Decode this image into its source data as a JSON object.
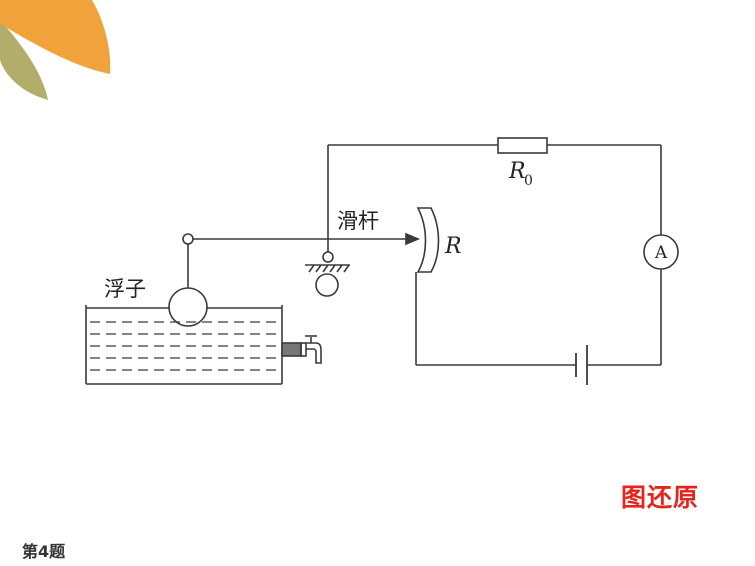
{
  "colors": {
    "stroke": "#3a3a3a",
    "caption": "#e8231c",
    "leaf_orange": "#f0a33a",
    "leaf_olive": "#b3ad6c"
  },
  "labels": {
    "floater": "浮子",
    "slider_rod": "滑杆",
    "resistor_fixed_letter": "R",
    "resistor_fixed_subscript": "0",
    "rheostat": "R",
    "ammeter": "A"
  },
  "caption": "图还原",
  "problem": "第4题",
  "icons": [
    "leaf-decoration",
    "water-tap-icon",
    "ammeter-icon",
    "battery-icon"
  ]
}
